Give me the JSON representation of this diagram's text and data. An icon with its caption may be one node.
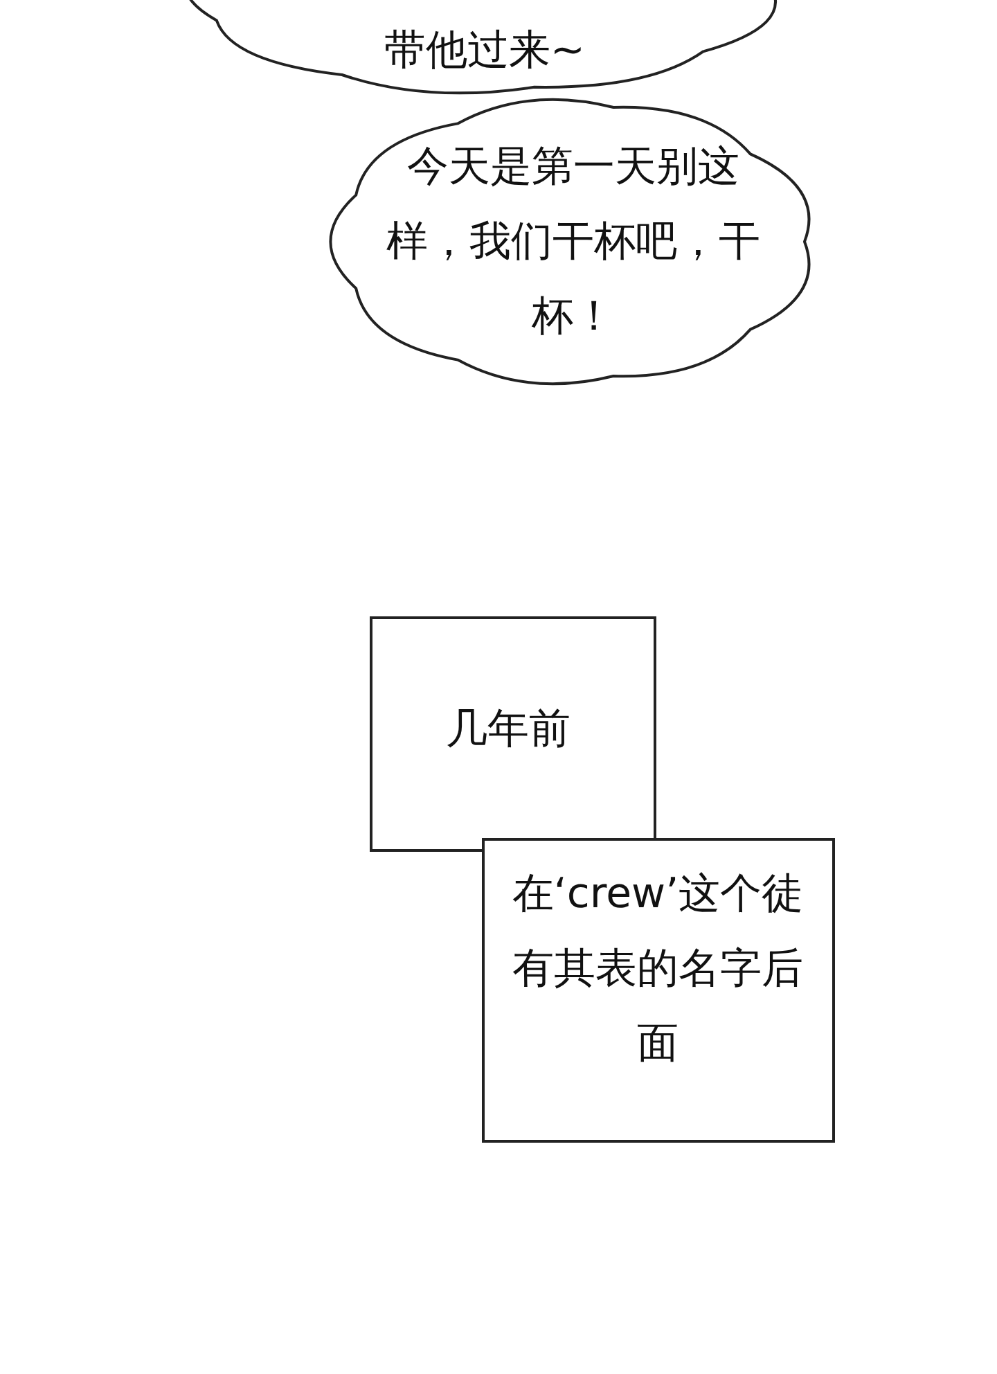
{
  "diagram": {
    "nodes": [
      {
        "text": [
          "带他过来~"
        ]
      },
      {
        "text": [
          "今天是第一天别这样，我们干杯吧，干杯！"
        ]
      },
      {
        "text": [
          "几年前"
        ]
      },
      {
        "text": [
          "在‘crew’这个徒有其表的名字后面"
        ]
      }
    ]
  }
}
